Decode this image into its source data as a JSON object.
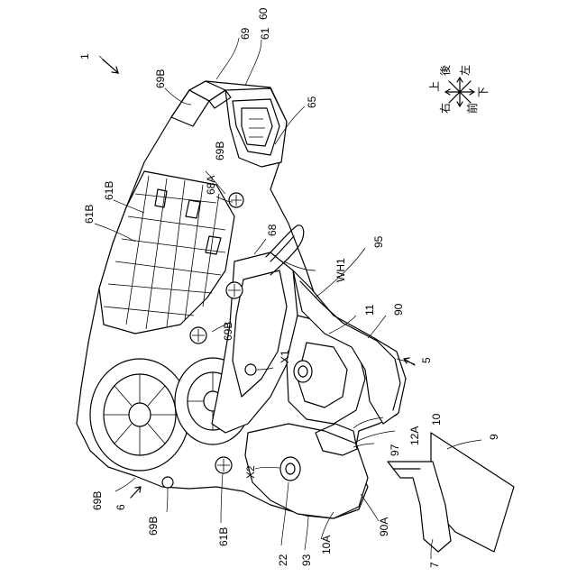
{
  "figure": {
    "assembly_number": "1",
    "labels": {
      "l60": "60",
      "l61": "61",
      "l69": "69",
      "l69B_top": "69B",
      "l65": "65",
      "l61B_a": "61B",
      "l61B_b": "61B",
      "l69B_mid": "69B",
      "l68A": "68A",
      "l68": "68",
      "l95": "95",
      "lWH1": "WH1",
      "l11": "11",
      "l90": "90",
      "l5": "5",
      "l69B_low": "69B",
      "lX1": "X1",
      "l10": "10",
      "l12A": "12A",
      "l97": "97",
      "l9": "9",
      "l69B_left": "69B",
      "l6": "6",
      "l69B_bottom": "69B",
      "l61B_bottom": "61B",
      "lX2": "X2",
      "l22": "22",
      "l93": "93",
      "l10A": "10A",
      "l90A": "90A",
      "l7": "7"
    },
    "direction_legend": {
      "up": "上",
      "back": "後",
      "left": "左",
      "down": "下",
      "right": "右",
      "front": "前"
    }
  }
}
